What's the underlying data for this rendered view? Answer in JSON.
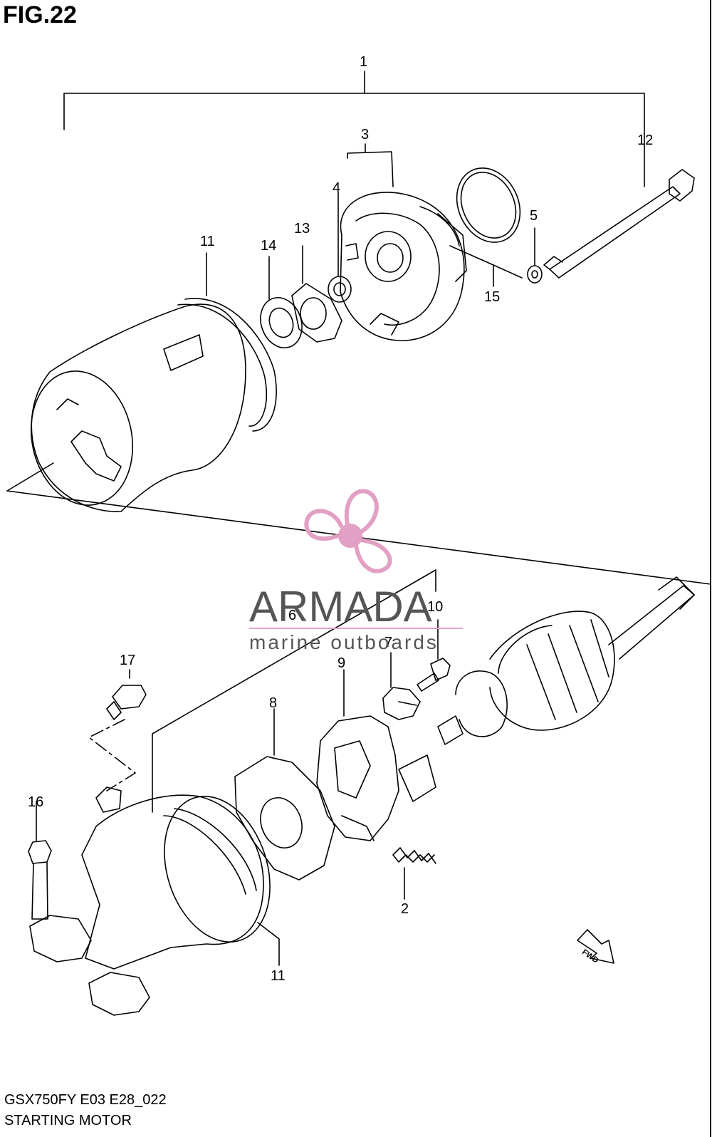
{
  "figure": {
    "title": "FIG.22",
    "model_code": "GSX750FY E03 E28_022",
    "section_name": "STARTING MOTOR"
  },
  "callouts": [
    "1",
    "2",
    "3",
    "4",
    "5",
    "6",
    "7",
    "8",
    "9",
    "10",
    "11",
    "12",
    "13",
    "14",
    "15",
    "16",
    "17",
    "11"
  ],
  "direction_marker": "FWD",
  "watermark": {
    "brand": "ARMADA",
    "tagline": "marine outboards",
    "logo_color": "#e2a0c4"
  },
  "colors": {
    "line": "#000000",
    "background": "#ffffff"
  }
}
